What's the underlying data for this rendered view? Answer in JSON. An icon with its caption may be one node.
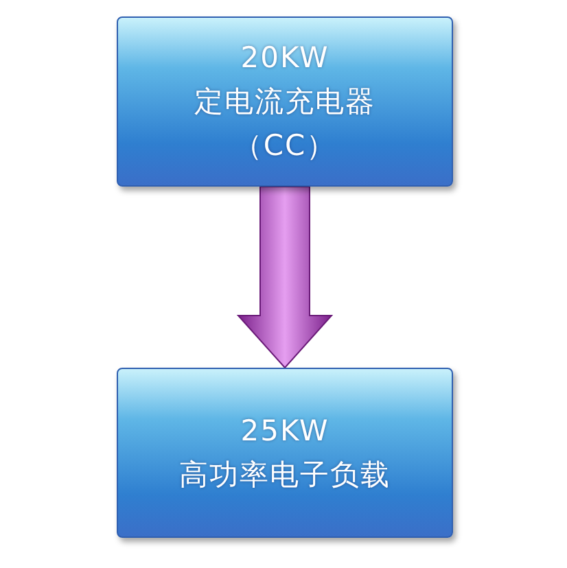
{
  "diagram": {
    "nodes": [
      {
        "text": [
          "20KW",
          "定电流充电器",
          "（CC）"
        ]
      },
      {
        "text": [
          "25KW",
          "高功率电子负载"
        ]
      }
    ],
    "edges": [
      {
        "from": 0,
        "to": 1,
        "arrow": "to"
      }
    ]
  }
}
